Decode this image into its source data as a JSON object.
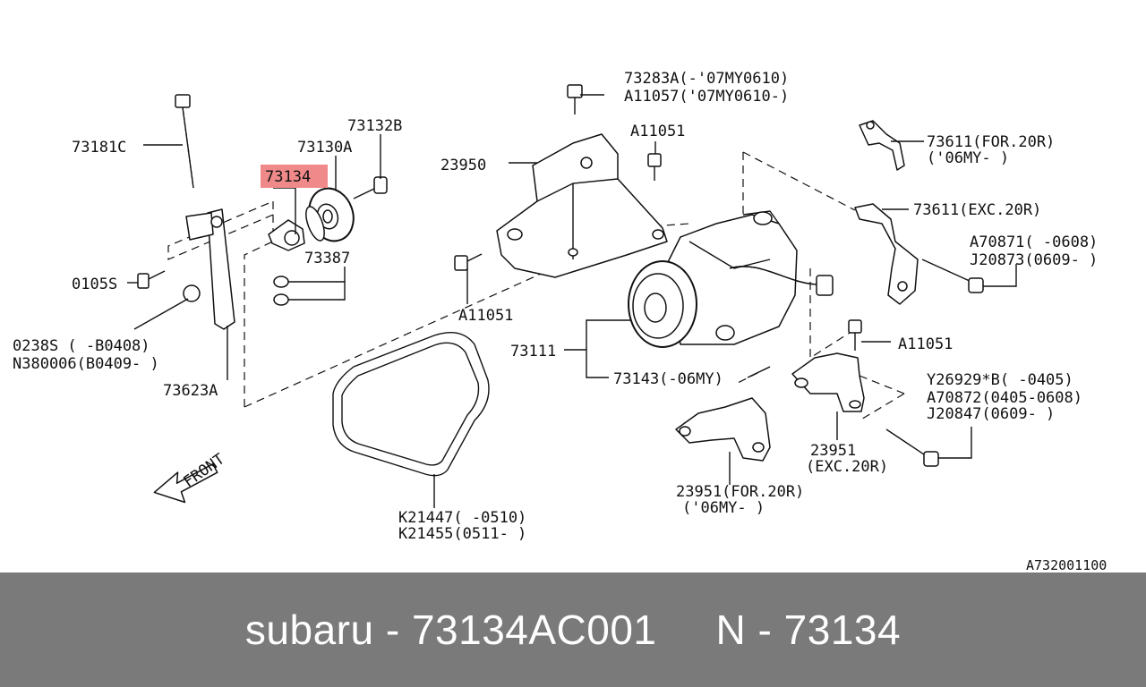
{
  "diagram": {
    "reference_code": "A732001100",
    "labels": {
      "p73283a": "73283A(-'07MY0610)",
      "a11057": "A11057('07MY0610-)",
      "a11051_top": "A11051",
      "p73132b": "73132B",
      "p73130a": "73130A",
      "p73134": "73134",
      "p73181c": "73181C",
      "p23950": "23950",
      "p73387": "73387",
      "p0105s": "0105S",
      "a11051_left": "A11051",
      "p0238s": "0238S ( -B0408)",
      "n380006": "N380006(B0409- )",
      "p73623a": "73623A",
      "p73111": "73111",
      "p73143": "73143(-06MY)",
      "p73611_f": "73611(FOR.20R)",
      "p73611_f_sub": "('06MY- )",
      "p73611_exc": "73611(EXC.20R)",
      "a70871": "A70871( -0608)",
      "j20873": "J20873(0609- )",
      "a11051_right": "A11051",
      "y26929": "Y26929*B( -0405)",
      "a70872": "A70872(0405-0608)",
      "j20847": "J20847(0609- )",
      "p23951_exc": "23951",
      "p23951_exc_sub": "(EXC.20R)",
      "p23951_for": "23951(FOR.20R)",
      "p23951_for_sub": "('06MY- )",
      "k21447": "K21447( -0510)",
      "k21455": "K21455(0511- )",
      "front": "FRONT"
    },
    "highlight_color": "#f08a8a"
  },
  "footer": {
    "brand": "subaru",
    "separator": " - ",
    "part_number": "73134AC001",
    "prefix": "N",
    "oem_number": "73134",
    "background": "#7a7a7a"
  }
}
